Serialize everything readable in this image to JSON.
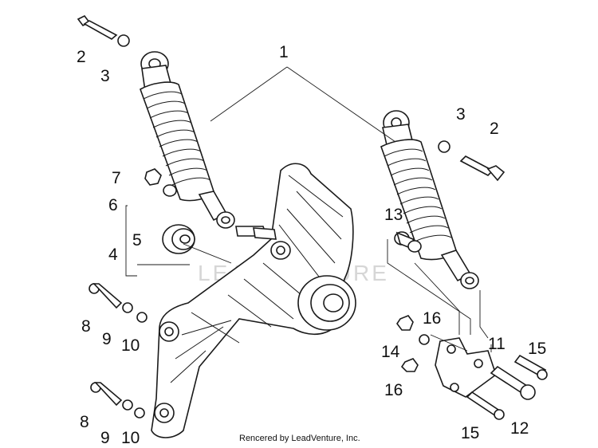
{
  "labels": {
    "p1": "1",
    "p2a": "2",
    "p3a": "3",
    "p2b": "2",
    "p3b": "3",
    "p7": "7",
    "p6": "6",
    "p5": "5",
    "p4": "4",
    "p13": "13",
    "p8a": "8",
    "p9a": "9",
    "p10a": "10",
    "p16a": "16",
    "p14": "14",
    "p11": "11",
    "p15a": "15",
    "p16b": "16",
    "p8b": "8",
    "p9b": "9",
    "p10b": "10",
    "p15b": "15",
    "p12": "12"
  },
  "watermark": "LEADVENTURE",
  "credit": "Rencered by LeadVenture, Inc."
}
